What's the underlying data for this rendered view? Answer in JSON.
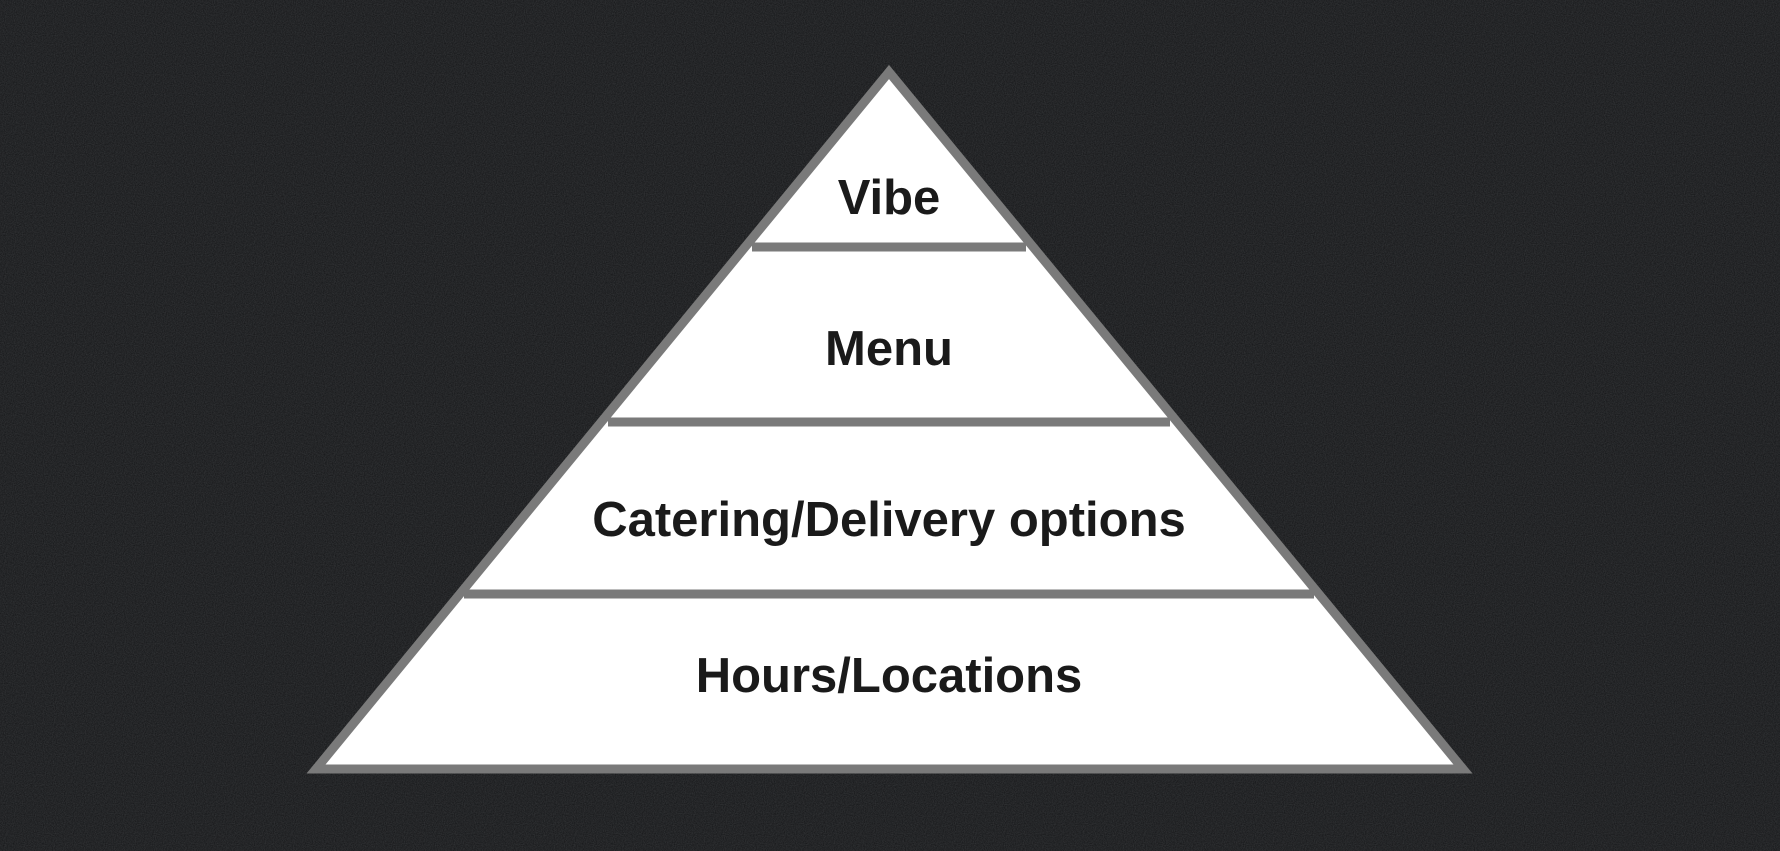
{
  "diagram": {
    "type": "pyramid",
    "colors": {
      "background": "#121315",
      "tier_fill": "#ffffff",
      "outline": "#7a7a7a",
      "text": "#1a1a1a"
    },
    "tiers": [
      {
        "label": "Vibe"
      },
      {
        "label": "Menu"
      },
      {
        "label": "Catering/Delivery options"
      },
      {
        "label": "Hours/Locations"
      }
    ]
  }
}
